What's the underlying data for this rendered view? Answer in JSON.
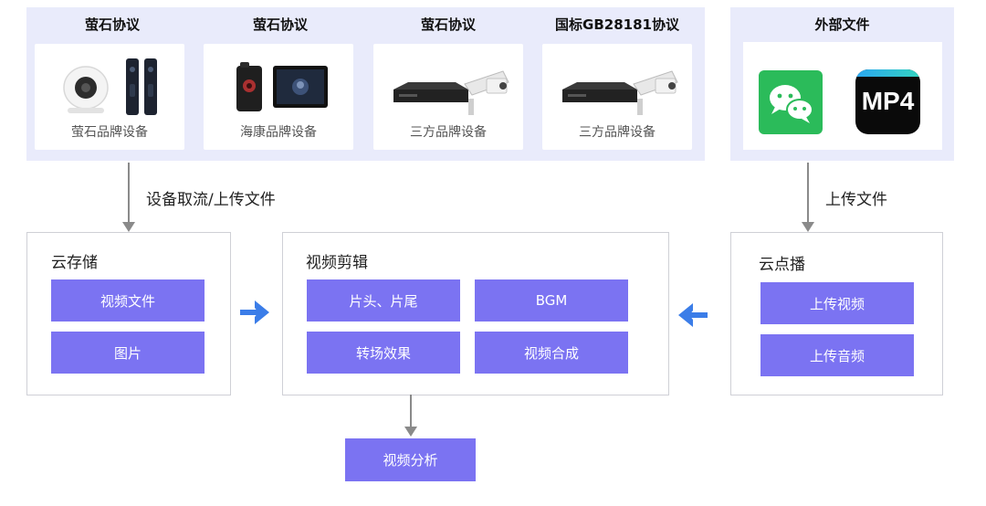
{
  "top_panel": {
    "protocols": [
      {
        "title": "萤石协议",
        "device_label": "萤石品牌设备",
        "device_icon": "camera-and-doorbell-icon"
      },
      {
        "title": "萤石协议",
        "device_label": "海康品牌设备",
        "device_icon": "bodycam-and-screen-icon"
      },
      {
        "title": "萤石协议",
        "device_label": "三方品牌设备",
        "device_icon": "nvr-and-bullet-camera-icon"
      },
      {
        "title": "国标GB28181协议",
        "device_label": "三方品牌设备",
        "device_icon": "nvr-and-bullet-camera-icon"
      }
    ],
    "external": {
      "title": "外部文件",
      "icons": [
        "wechat-icon",
        "mp4-icon"
      ],
      "mp4_text": "MP4"
    }
  },
  "flows": {
    "left_label": "设备取流/上传文件",
    "right_label": "上传文件"
  },
  "cloud_storage": {
    "title": "云存储",
    "items": [
      "视频文件",
      "图片"
    ]
  },
  "video_editing": {
    "title": "视频剪辑",
    "items": [
      "片头、片尾",
      "BGM",
      "转场效果",
      "视频合成"
    ]
  },
  "cloud_vod": {
    "title": "云点播",
    "items": [
      "上传视频",
      "上传音频"
    ]
  },
  "video_analysis": {
    "label": "视频分析"
  },
  "colors": {
    "panel_bg": "#e9ebfb",
    "pill": "#7b73f2",
    "blue_arrow": "#3b7de8",
    "line": "#8a8a8a",
    "wechat": "#2bbb5a",
    "mp4_bg": "#0a0a0a"
  }
}
